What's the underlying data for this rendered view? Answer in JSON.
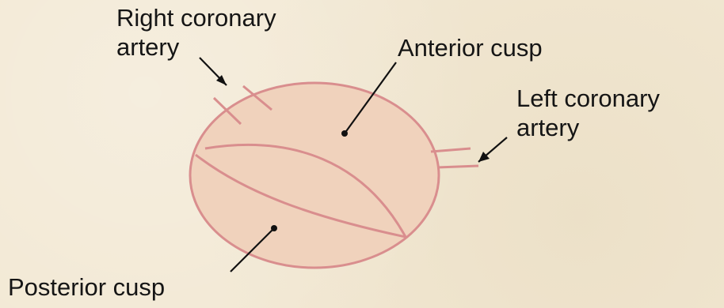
{
  "labels": {
    "right_coronary_line1": "Right coronary",
    "right_coronary_line2": "artery",
    "anterior_cusp": "Anterior cusp",
    "left_coronary_line1": "Left coronary",
    "left_coronary_line2": "artery",
    "posterior_cusp": "Posterior cusp"
  },
  "colors": {
    "background": "#f2e8d3",
    "valve_fill": "#f0d2bc",
    "valve_outline": "#d98e8e",
    "text": "#151515",
    "pointer": "#111111"
  }
}
